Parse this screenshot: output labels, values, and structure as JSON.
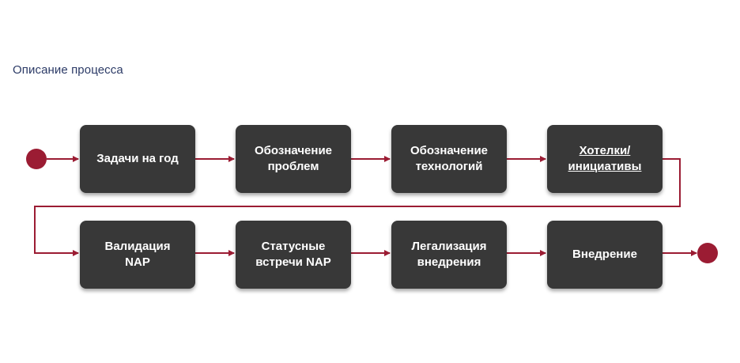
{
  "header": {
    "title": "Описание процесса"
  },
  "colors": {
    "connector": "#9b1c33",
    "box": "#383838",
    "box_text": "#ffffff",
    "title": "#2b3a66"
  },
  "steps": [
    {
      "label": "Задачи на год",
      "underlined": false
    },
    {
      "label": "Обозначение\nпроблем",
      "underlined": false
    },
    {
      "label": "Обозначение\nтехнологий",
      "underlined": false
    },
    {
      "label": "Хотелки/\nинициативы",
      "underlined": true
    },
    {
      "label": "Валидация\nNAP",
      "underlined": false
    },
    {
      "label": "Статусные\nвстречи NAP",
      "underlined": false
    },
    {
      "label": "Легализация\nвнедрения",
      "underlined": false
    },
    {
      "label": "Внедрение",
      "underlined": false
    }
  ]
}
